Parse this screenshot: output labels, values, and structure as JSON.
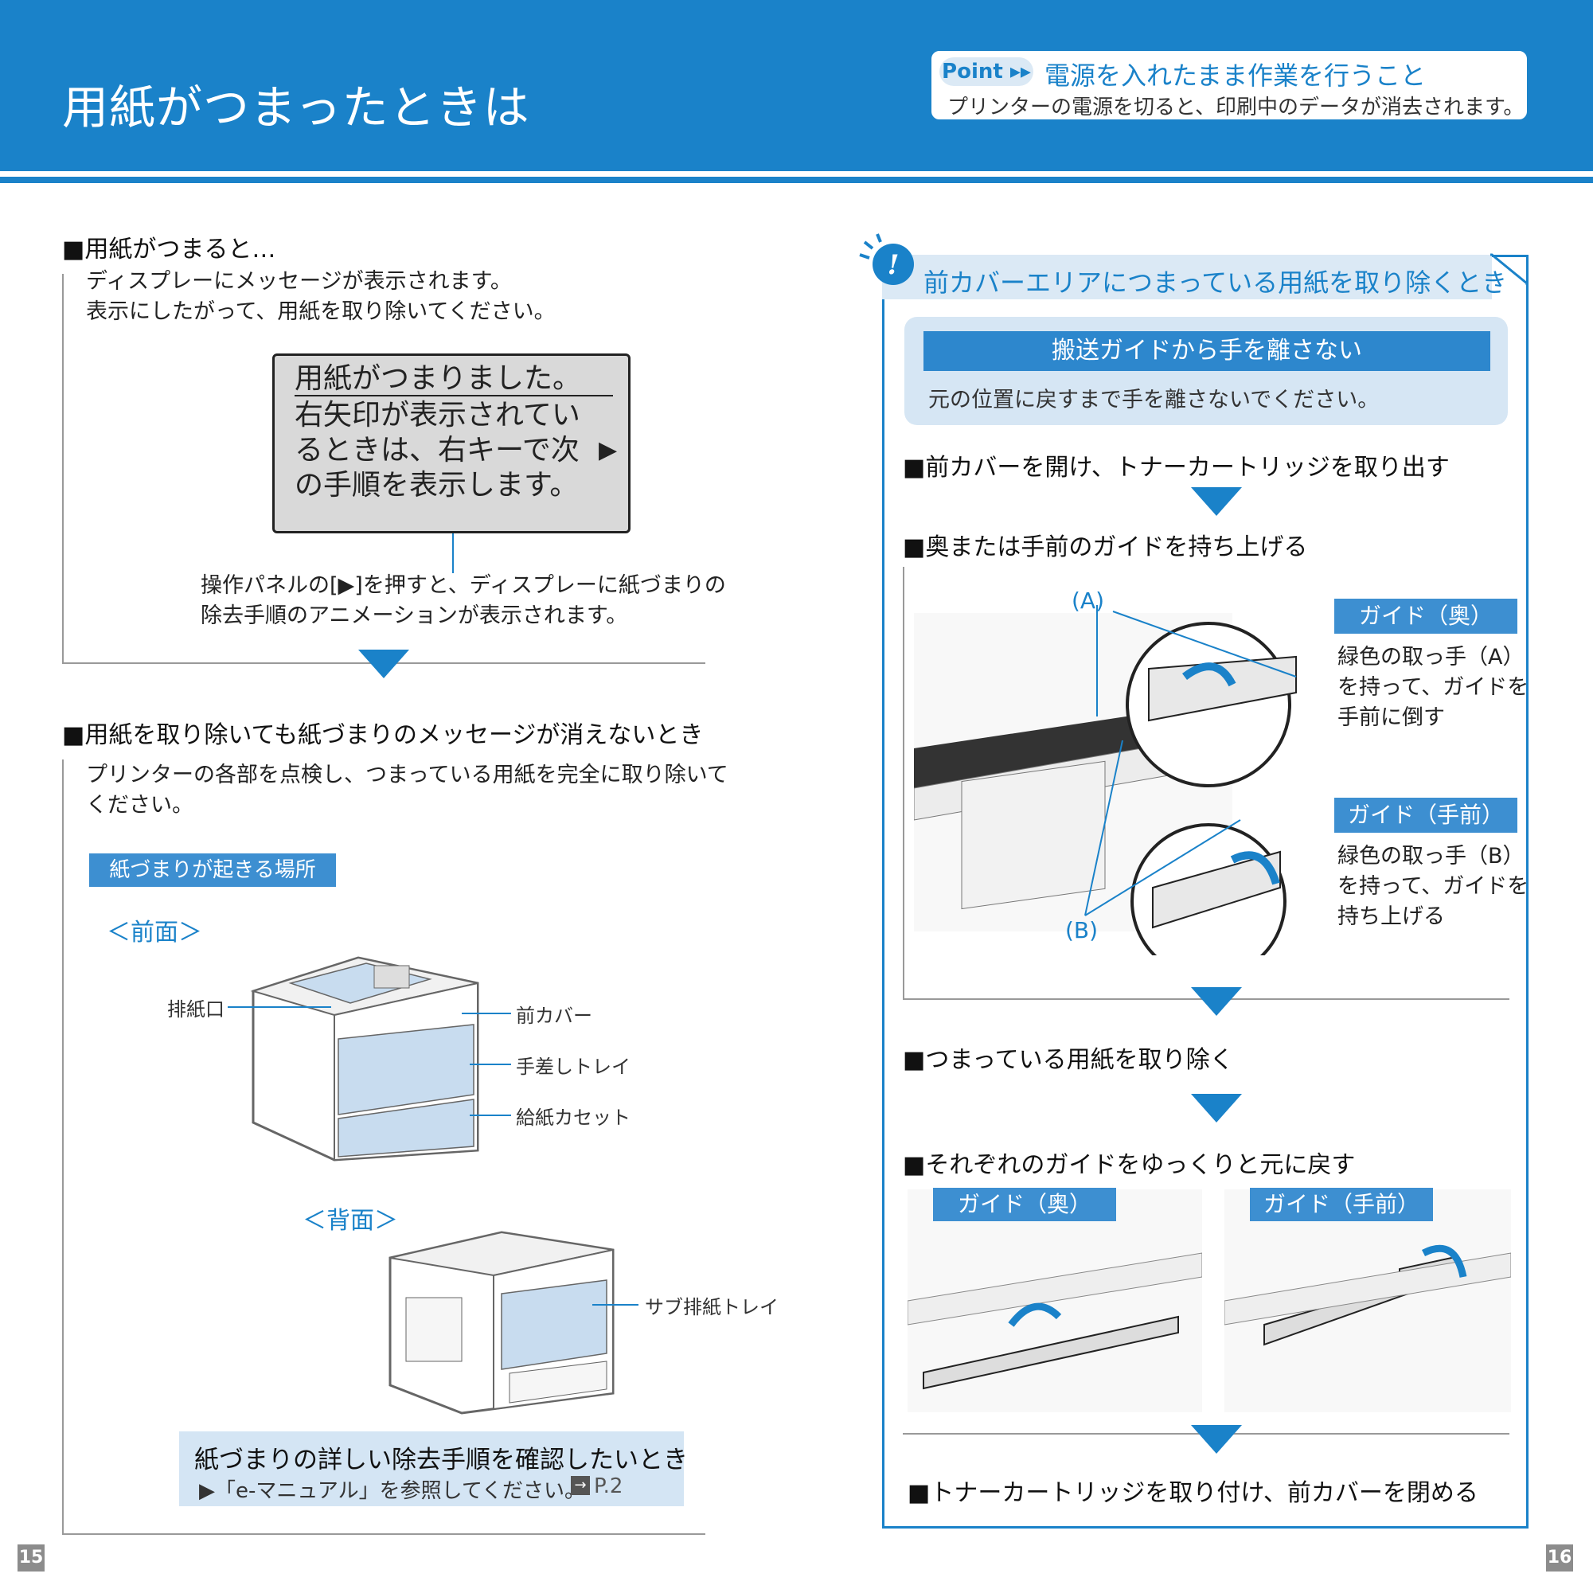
{
  "header": {
    "title": "用紙がつまったときは",
    "point_badge": "Point ▸▸",
    "point_title": "電源を入れたまま作業を行うこと",
    "point_text": "プリンターの電源を切ると、印刷中のデータが消去されます。"
  },
  "left": {
    "section1": {
      "heading": "■用紙がつまると…",
      "line1": "ディスプレーにメッセージが表示されます。",
      "line2": "表示にしたがって、用紙を取り除いてください。",
      "display": {
        "line1": "用紙がつまりました。",
        "line2": "右矢印が表示されてい",
        "line3": "るときは、右キーで次",
        "line4": "の手順を表示します。",
        "arrow": "▶"
      },
      "caption1": "操作パネルの[▶]を押すと、ディスプレーに紙づまりの",
      "caption2": "除去手順のアニメーションが表示されます。"
    },
    "section2": {
      "heading": "■用紙を取り除いても紙づまりのメッセージが消えないとき",
      "line1": "プリンターの各部を点検し、つまっている用紙を完全に取り除いて",
      "line2": "ください。",
      "location_label": "紙づまりが起きる場所",
      "front_label": "＜前面＞",
      "back_label": "＜背面＞",
      "callouts": {
        "exit": "排紙口",
        "front_cover": "前カバー",
        "manual_tray": "手差しトレイ",
        "cassette": "給紙カセット",
        "sub_tray": "サブ排紙トレイ"
      },
      "info_title": "紙づまりの詳しい除去手順を確認したいとき",
      "info_text": "▶「e-マニュアル」を参照してください。",
      "info_ref": "P.2",
      "info_ref_icon": "arrow-box-icon"
    },
    "page_number": "15"
  },
  "right": {
    "panel_title": "前カバーエリアにつまっている用紙を取り除くとき",
    "warning": {
      "title": "搬送ガイドから手を離さない",
      "text": "元の位置に戻すまで手を離さないでください。"
    },
    "step1": "■前カバーを開け、トナーカートリッジを取り出す",
    "step2": "■奥または手前のガイドを持ち上げる",
    "label_a": "(A)",
    "label_b": "(B)",
    "guide_back": {
      "label": "ガイド（奥）",
      "line1": "緑色の取っ手（A）",
      "line2": "を持って、ガイドを",
      "line3": "手前に倒す"
    },
    "guide_front": {
      "label": "ガイド（手前）",
      "line1": "緑色の取っ手（B）",
      "line2": "を持って、ガイドを",
      "line3": "持ち上げる"
    },
    "step3": "■つまっている用紙を取り除く",
    "step4": "■それぞれのガイドをゆっくりと元に戻す",
    "bottom_back_label": "ガイド（奥）",
    "bottom_front_label": "ガイド（手前）",
    "step5": "■トナーカートリッジを取り付け、前カバーを閉める",
    "page_number": "16"
  },
  "colors": {
    "accent": "#1a82c9",
    "light": "#dbe9f5"
  }
}
